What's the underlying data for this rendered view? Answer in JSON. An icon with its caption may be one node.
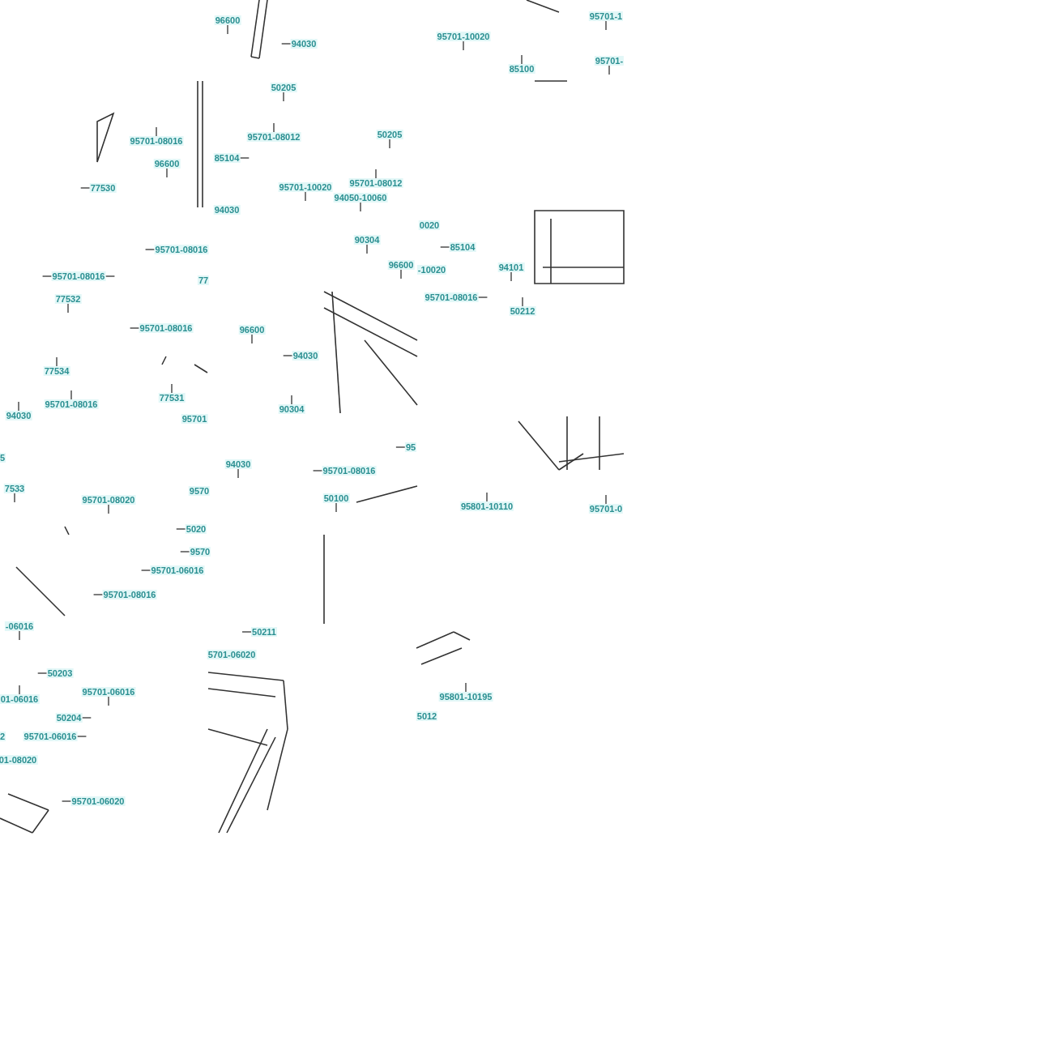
{
  "diagram": {
    "nodes": [
      {
        "text": [
          "95701-08016"
        ]
      },
      {
        "text": [
          "96600"
        ]
      },
      {
        "text": [
          "77530"
        ]
      },
      {
        "text": [
          "96600"
        ]
      },
      {
        "text": [
          "94030"
        ]
      },
      {
        "text": [
          "50205"
        ]
      },
      {
        "text": [
          "95701-08012"
        ]
      },
      {
        "text": [
          "85104"
        ]
      },
      {
        "text": [
          "50205"
        ]
      },
      {
        "text": [
          "95701-10020"
        ]
      },
      {
        "text": [
          "95701-08012"
        ]
      },
      {
        "text": [
          "94050-10060"
        ]
      },
      {
        "text": [
          "95701-10020"
        ]
      },
      {
        "text": [
          "85100"
        ]
      },
      {
        "text": [
          "95701-1"
        ]
      },
      {
        "text": [
          "95701-"
        ]
      },
      {
        "text": [
          "95701-08016"
        ]
      },
      {
        "text": [
          "95701-08016"
        ]
      },
      {
        "text": [
          "77532"
        ]
      },
      {
        "text": [
          "95701-08016"
        ]
      },
      {
        "text": [
          "77534"
        ]
      },
      {
        "text": [
          "77531"
        ]
      },
      {
        "text": [
          "95701-08016"
        ]
      },
      {
        "text": [
          "90304"
        ]
      },
      {
        "text": [
          "96600"
        ]
      },
      {
        "text": [
          "96600"
        ]
      },
      {
        "text": [
          "94030"
        ]
      },
      {
        "text": [
          "90304"
        ]
      },
      {
        "text": [
          "85104"
        ]
      },
      {
        "text": [
          "94101"
        ]
      },
      {
        "text": [
          "95701-08016"
        ]
      },
      {
        "text": [
          "50212"
        ]
      },
      {
        "text": [
          "7533"
        ]
      },
      {
        "text": [
          "95701-08020"
        ]
      },
      {
        "text": [
          "5020"
        ]
      },
      {
        "text": [
          "9570"
        ]
      },
      {
        "text": [
          "95701-06016"
        ]
      },
      {
        "text": [
          "95701-08016"
        ]
      },
      {
        "text": [
          "94030"
        ]
      },
      {
        "text": [
          "95701-08016"
        ]
      },
      {
        "text": [
          "50100"
        ]
      },
      {
        "text": [
          "95"
        ]
      },
      {
        "text": [
          "95801-10110"
        ]
      },
      {
        "text": [
          "95701-0"
        ]
      },
      {
        "text": [
          "-06016"
        ]
      },
      {
        "text": [
          "50203"
        ]
      },
      {
        "text": [
          "01-06016"
        ]
      },
      {
        "text": [
          "95701-06016"
        ]
      },
      {
        "text": [
          "50204"
        ]
      },
      {
        "text": [
          "95701-06016"
        ]
      },
      {
        "text": [
          "95701-06020"
        ]
      },
      {
        "text": [
          "50211"
        ]
      },
      {
        "text": [
          "95801-10195"
        ]
      },
      {
        "text": [
          "94030"
        ]
      }
    ],
    "edges": [
      {
        "from": 0,
        "to": null,
        "arrow": "none"
      },
      {
        "from": 1,
        "to": null,
        "arrow": "none"
      },
      {
        "from": 2,
        "to": null,
        "arrow": "none"
      },
      {
        "from": 3,
        "to": null,
        "arrow": "none"
      },
      {
        "from": 4,
        "to": null,
        "arrow": "none"
      },
      {
        "from": 5,
        "to": null,
        "arrow": "none"
      },
      {
        "from": 6,
        "to": null,
        "arrow": "none"
      },
      {
        "from": 7,
        "to": null,
        "arrow": "none"
      },
      {
        "from": 8,
        "to": null,
        "arrow": "none"
      },
      {
        "from": 9,
        "to": null,
        "arrow": "none"
      },
      {
        "from": 10,
        "to": null,
        "arrow": "none"
      },
      {
        "from": 11,
        "to": null,
        "arrow": "none"
      },
      {
        "from": 12,
        "to": null,
        "arrow": "none"
      },
      {
        "from": 13,
        "to": null,
        "arrow": "none"
      },
      {
        "from": 14,
        "to": null,
        "arrow": "none"
      },
      {
        "from": 15,
        "to": null,
        "arrow": "none"
      },
      {
        "from": 16,
        "to": null,
        "arrow": "none"
      },
      {
        "from": 17,
        "to": null,
        "arrow": "none"
      },
      {
        "from": 17,
        "to": null,
        "arrow": "none"
      },
      {
        "from": 18,
        "to": null,
        "arrow": "none"
      },
      {
        "from": 19,
        "to": null,
        "arrow": "none"
      },
      {
        "from": 20,
        "to": null,
        "arrow": "none"
      },
      {
        "from": 21,
        "to": null,
        "arrow": "none"
      },
      {
        "from": 22,
        "to": null,
        "arrow": "none"
      },
      {
        "from": 23,
        "to": null,
        "arrow": "none"
      },
      {
        "from": 24,
        "to": null,
        "arrow": "none"
      },
      {
        "from": 25,
        "to": null,
        "arrow": "none"
      },
      {
        "from": 26,
        "to": null,
        "arrow": "none"
      },
      {
        "from": 27,
        "to": null,
        "arrow": "none"
      },
      {
        "from": 28,
        "to": null,
        "arrow": "none"
      },
      {
        "from": 29,
        "to": null,
        "arrow": "none"
      },
      {
        "from": 30,
        "to": null,
        "arrow": "none"
      },
      {
        "from": 31,
        "to": null,
        "arrow": "none"
      },
      {
        "from": 32,
        "to": null,
        "arrow": "none"
      },
      {
        "from": 33,
        "to": null,
        "arrow": "none"
      },
      {
        "from": 34,
        "to": null,
        "arrow": "none"
      },
      {
        "from": 35,
        "to": null,
        "arrow": "none"
      },
      {
        "from": 36,
        "to": null,
        "arrow": "none"
      },
      {
        "from": 37,
        "to": null,
        "arrow": "none"
      },
      {
        "from": 38,
        "to": null,
        "arrow": "none"
      },
      {
        "from": 39,
        "to": null,
        "arrow": "none"
      },
      {
        "from": 40,
        "to": null,
        "arrow": "none"
      },
      {
        "from": 41,
        "to": null,
        "arrow": "none"
      },
      {
        "from": 42,
        "to": null,
        "arrow": "none"
      },
      {
        "from": 43,
        "to": null,
        "arrow": "none"
      },
      {
        "from": 44,
        "to": null,
        "arrow": "none"
      },
      {
        "from": 45,
        "to": null,
        "arrow": "none"
      },
      {
        "from": 46,
        "to": null,
        "arrow": "none"
      },
      {
        "from": 47,
        "to": null,
        "arrow": "none"
      },
      {
        "from": 48,
        "to": null,
        "arrow": "none"
      },
      {
        "from": 49,
        "to": null,
        "arrow": "none"
      },
      {
        "from": 50,
        "to": null,
        "arrow": "none"
      },
      {
        "from": 51,
        "to": null,
        "arrow": "none"
      },
      {
        "from": 52,
        "to": null,
        "arrow": "none"
      },
      {
        "from": 53,
        "to": null,
        "arrow": "none"
      }
    ],
    "labels": [
      "94030",
      "0020",
      "-10020",
      "77",
      "95701",
      "5",
      "9570",
      "5701-06020",
      "5012",
      "2",
      "01-08020"
    ]
  }
}
